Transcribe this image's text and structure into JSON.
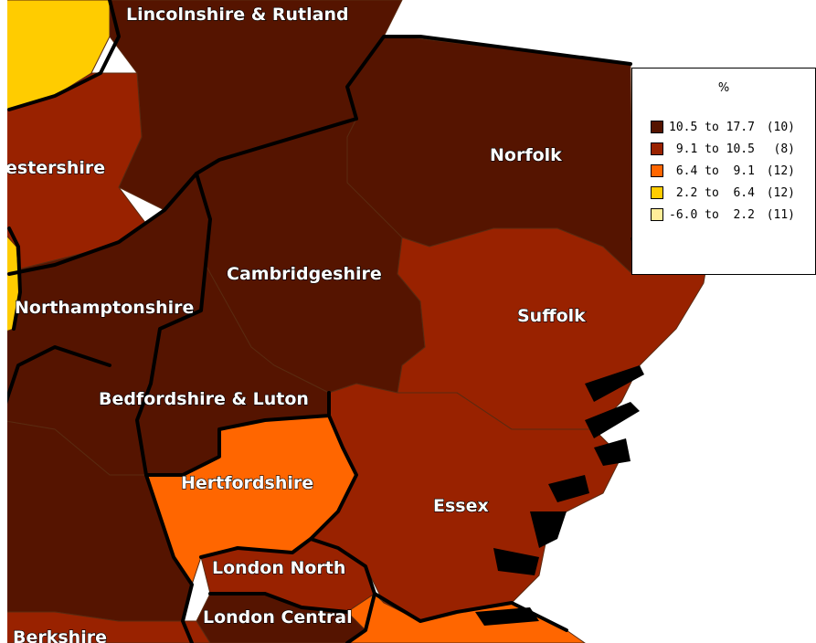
{
  "map": {
    "labels": {
      "lincs": "Lincolnshire & Rutland",
      "leics": "estershire",
      "norfolk": "Norfolk",
      "cambs": "Cambridgeshire",
      "northants": "Northamptonshire",
      "suffolk": "Suffolk",
      "beds": "Bedfordshire & Luton",
      "herts": "Hertfordshire",
      "essex": "Essex",
      "london_north": "London North",
      "london_central": "London Central",
      "berks": "Berkshire"
    },
    "classes": {
      "c1": "#551400",
      "c2": "#992200",
      "c3": "#ff6600",
      "c4": "#ffcc00",
      "c5": "#ffee99"
    },
    "region_class": {
      "lincs": "c1",
      "leics": "c2",
      "rutland_yellow": "c4",
      "norfolk": "c1",
      "cambs": "c1",
      "northants": "c1",
      "northants_yellow": "c4",
      "suffolk": "c2",
      "beds": "c1",
      "herts": "c3",
      "essex": "c2",
      "bucks": "c1",
      "london_north": "c2",
      "london_central": "c1",
      "london_east": "c3",
      "kent": "c3",
      "berks": "c2"
    }
  },
  "legend": {
    "title": "%",
    "items": [
      {
        "range": "10.5 to 17.7",
        "count": "(10)",
        "color": "#551400"
      },
      {
        "range": " 9.1 to 10.5",
        "count": "(8)",
        "color": "#992200"
      },
      {
        "range": " 6.4 to  9.1",
        "count": "(12)",
        "color": "#ff6600"
      },
      {
        "range": " 2.2 to  6.4",
        "count": "(12)",
        "color": "#ffcc00"
      },
      {
        "range": "-6.0 to  2.2",
        "count": "(11)",
        "color": "#ffee99"
      }
    ]
  }
}
